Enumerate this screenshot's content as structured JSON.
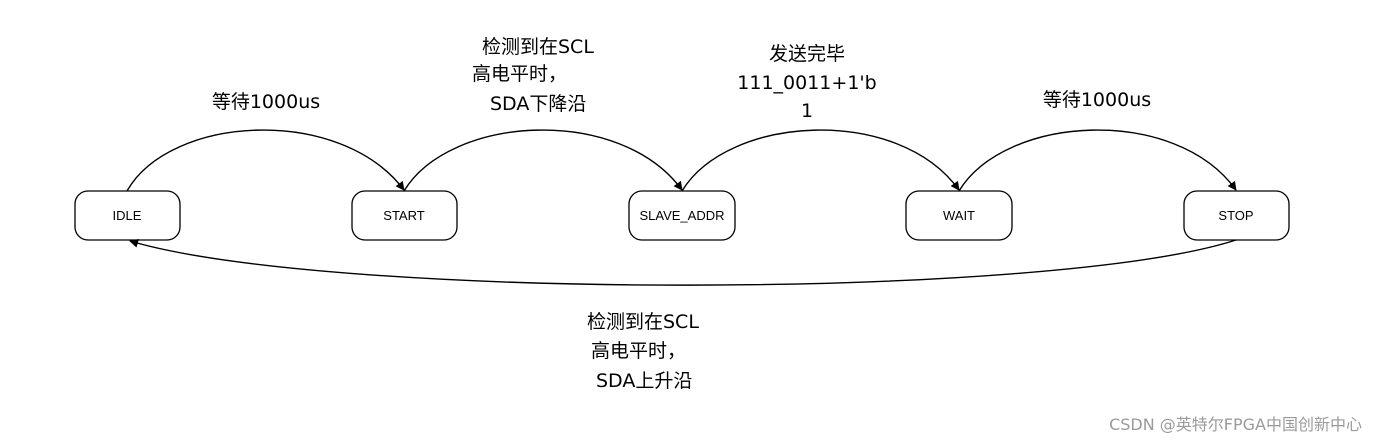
{
  "states": [
    {
      "id": "idle",
      "label": "IDLE"
    },
    {
      "id": "start",
      "label": "START"
    },
    {
      "id": "slave_addr",
      "label": "SLAVE_ADDR"
    },
    {
      "id": "wait",
      "label": "WAIT"
    },
    {
      "id": "stop",
      "label": "STOP"
    }
  ],
  "transitions": {
    "idle_start": {
      "line1": "等待1000us"
    },
    "start_slave": {
      "line1": "检测到在SCL",
      "line2": "高电平时，",
      "line3": "SDA下降沿"
    },
    "slave_wait": {
      "line1": "发送完毕",
      "line2": "111_0011+1'b",
      "line3": "1"
    },
    "wait_stop": {
      "line1": "等待1000us"
    },
    "stop_idle": {
      "line1": "检测到在SCL",
      "line2": "高电平时，",
      "line3": "SDA上升沿"
    }
  },
  "watermark": "CSDN @英特尔FPGA中国创新中心"
}
